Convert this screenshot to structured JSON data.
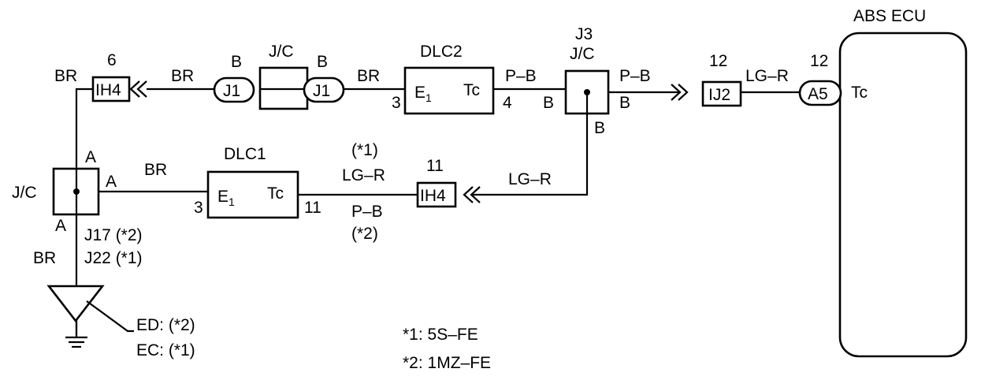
{
  "ecu": {
    "title": "ABS ECU",
    "pin_label": "Tc"
  },
  "connectors": {
    "ih4_top": {
      "label": "IH4",
      "pin": "6"
    },
    "ih4_mid": {
      "label": "IH4",
      "pin": "11"
    },
    "ij2": {
      "label": "IJ2",
      "pin": "12"
    },
    "a5": {
      "label": "A5",
      "pin": "12"
    },
    "j1": {
      "label": "J1"
    }
  },
  "junctions": {
    "jc_top": {
      "label": "J/C"
    },
    "j3": {
      "label_1": "J3",
      "label_2": "J/C"
    },
    "jc_left": {
      "label": "J/C",
      "id_1": "J17 (*2)",
      "id_2": "J22 (*1)"
    }
  },
  "dlc2": {
    "title": "DLC2",
    "pin_e1": "E",
    "pin_e1_sub": "1",
    "pin_tc": "Tc",
    "num_left": "3",
    "num_right": "4"
  },
  "dlc1": {
    "title": "DLC1",
    "pin_e1": "E",
    "pin_e1_sub": "1",
    "pin_tc": "Tc",
    "num_left": "3",
    "num_right": "11"
  },
  "wire_labels": {
    "br_left": "BR",
    "br_ih4_top": "BR",
    "b_j1_left": "B",
    "b_j1_right": "B",
    "br_dlc2": "BR",
    "pb_dlc2": "P–B",
    "b_j3_left": "B",
    "pb_j3": "P–B",
    "b_j3_right": "B",
    "b_j3_bottom": "B",
    "lgr_ij2": "LG–R",
    "a_jc_top": "A",
    "a_jc_right": "A",
    "a_jc_bottom": "A",
    "br_dlc1": "BR",
    "note_1": "(*1)",
    "lgr_dlc1": "LG–R",
    "pb_dlc1": "P–B",
    "note_2": "(*2)",
    "lgr_ih4": "LG–R",
    "br_ground": "BR"
  },
  "ground": {
    "label_1": "ED: (*2)",
    "label_2": "EC: (*1)"
  },
  "legend": {
    "note_1": "*1: 5S–FE",
    "note_2": "*2: 1MZ–FE"
  }
}
